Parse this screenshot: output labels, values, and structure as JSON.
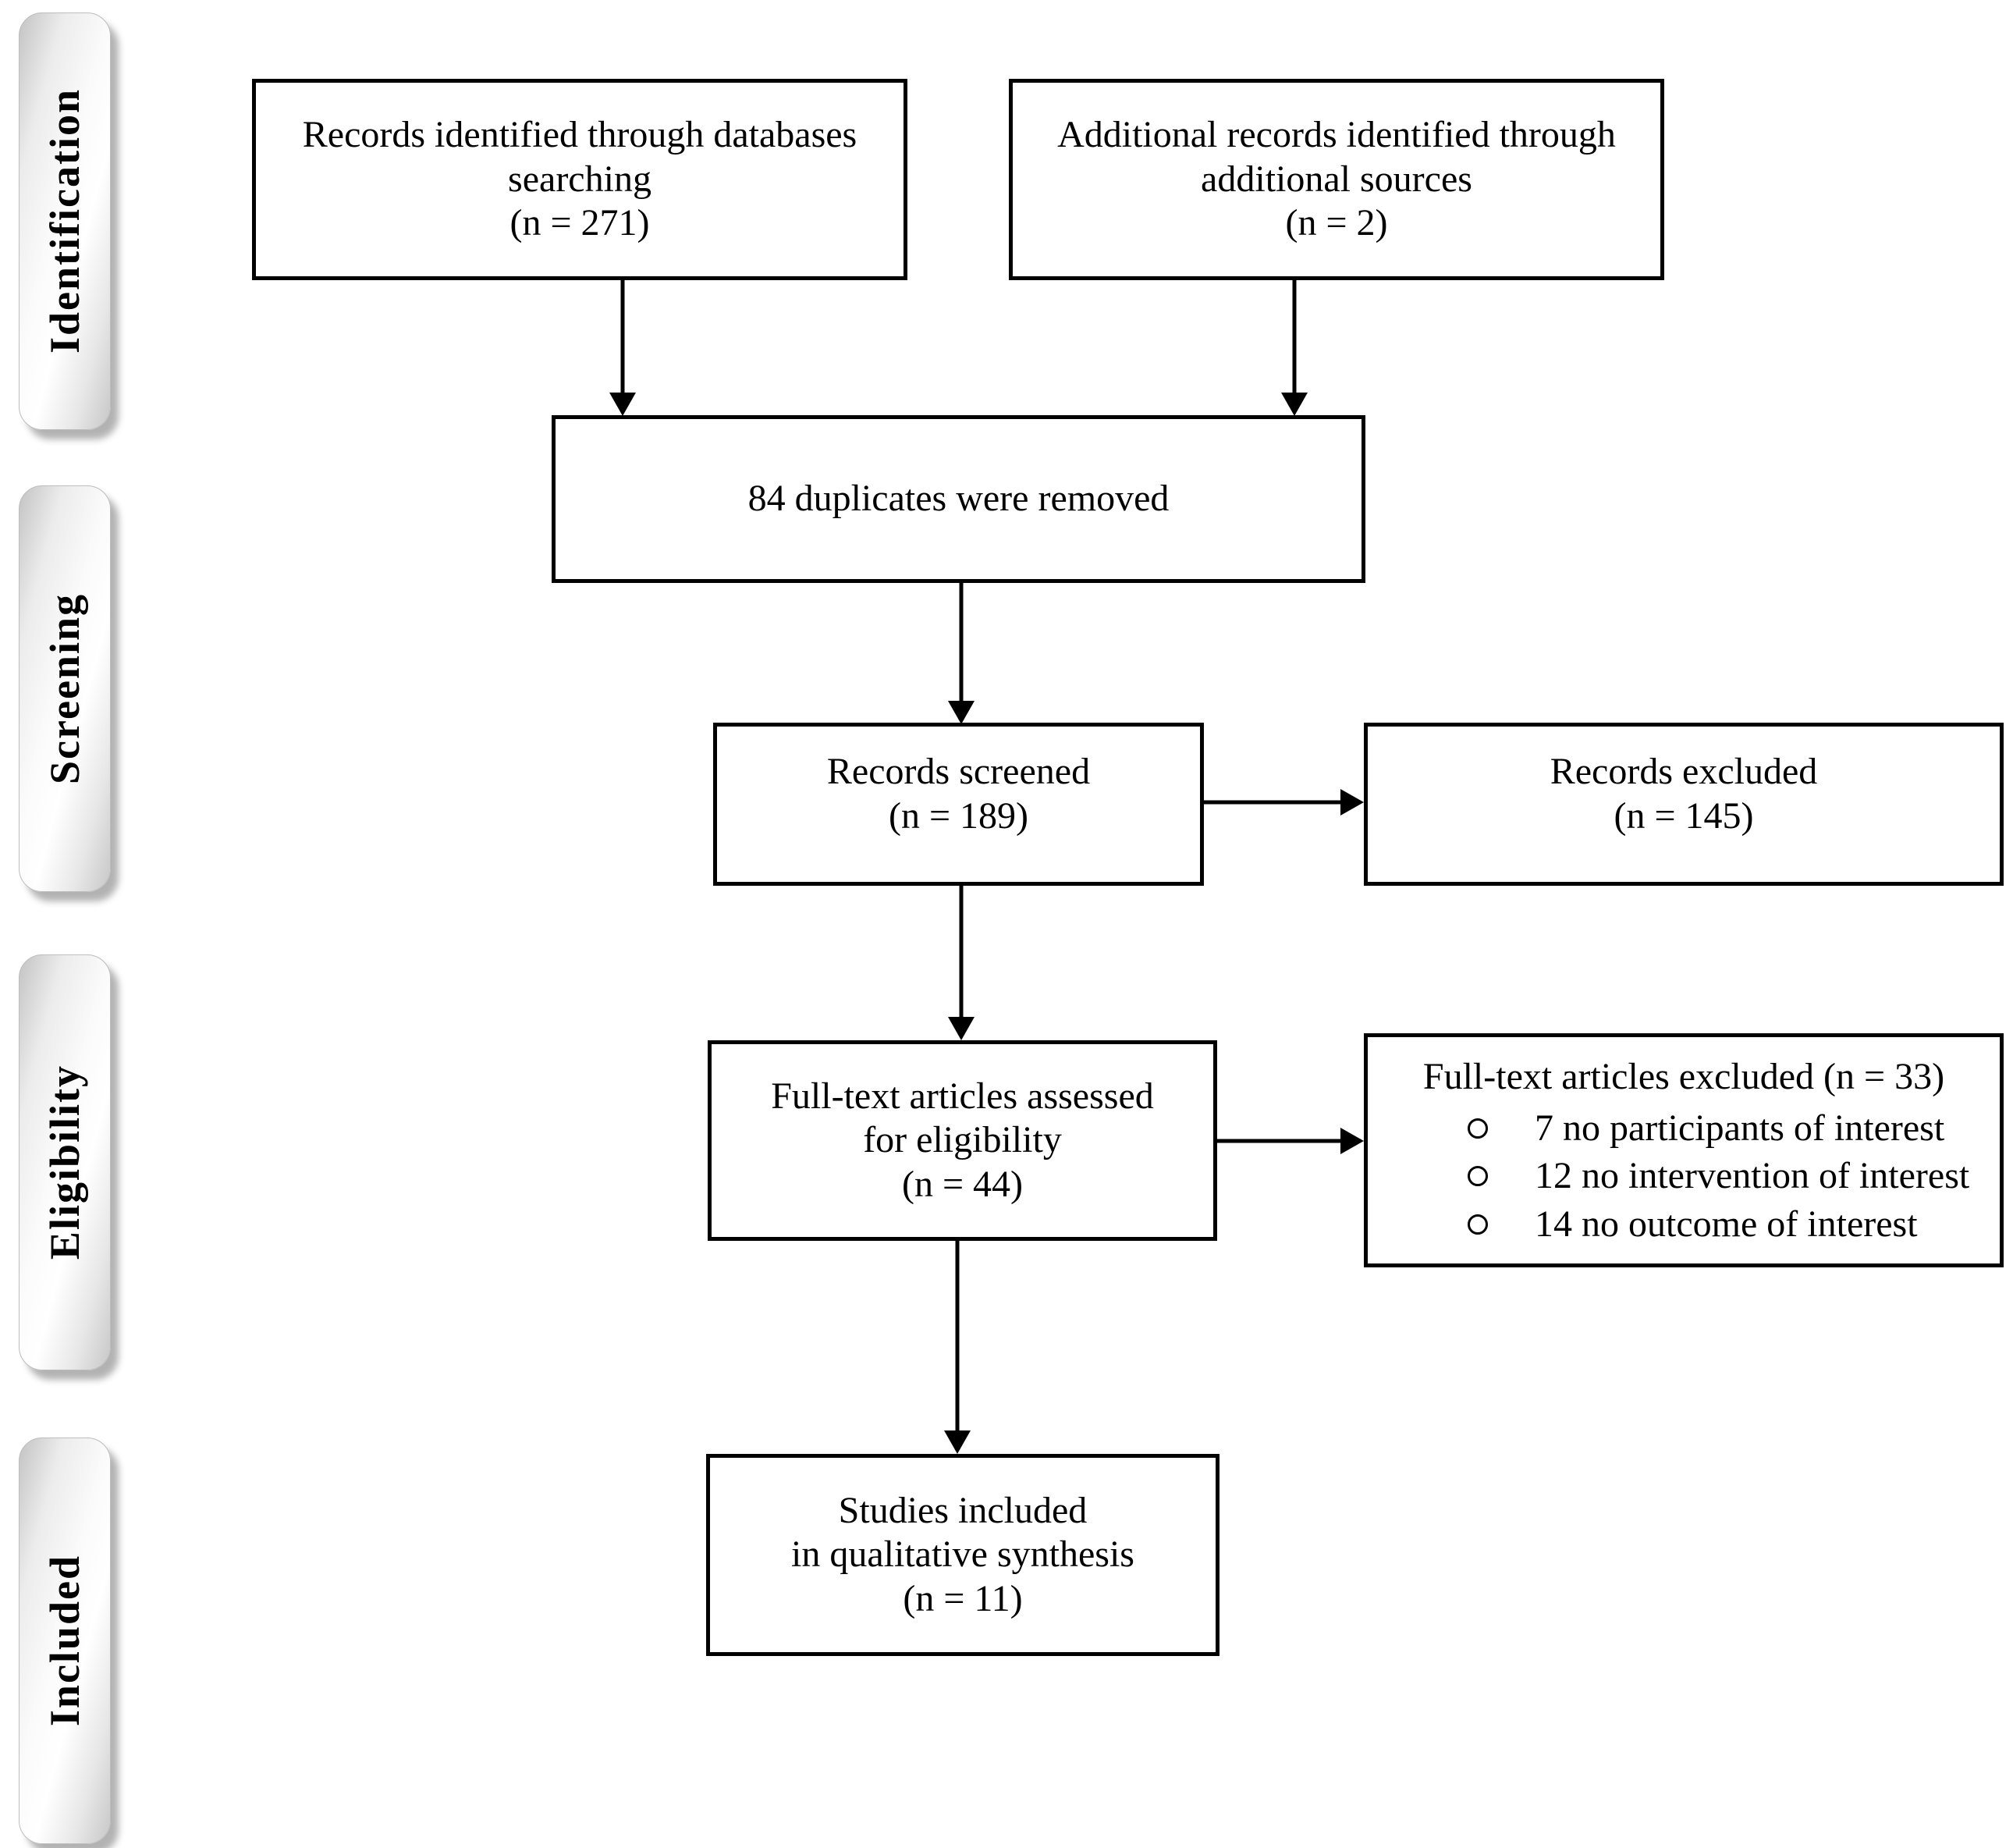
{
  "figure": {
    "stages": [
      {
        "label": "Identification"
      },
      {
        "label": "Screening"
      },
      {
        "label": "Eligibility"
      },
      {
        "label": "Included"
      }
    ],
    "boxes": {
      "identified": {
        "lines": [
          "Records identified through databases",
          "searching",
          "(n = 271)"
        ]
      },
      "additional": {
        "lines": [
          "Additional records identified through",
          "additional sources",
          "(n = 2)"
        ]
      },
      "duplicates": {
        "lines": [
          "84 duplicates were removed"
        ]
      },
      "screened": {
        "lines": [
          "Records screened",
          "(n = 189)"
        ]
      },
      "records_excluded": {
        "lines": [
          "Records excluded",
          "(n = 145)"
        ]
      },
      "fulltext_assessed": {
        "lines": [
          "Full-text articles assessed",
          "for eligibility",
          "(n = 44)"
        ]
      },
      "fulltext_excluded": {
        "title": "Full-text articles excluded (n = 33)",
        "reasons": [
          "7 no participants of interest",
          "12 no intervention of interest",
          "14 no outcome of interest"
        ]
      },
      "included_studies": {
        "lines": [
          "Studies included",
          "in qualitative synthesis",
          "(n = 11)"
        ]
      }
    },
    "colors": {
      "line": "#000000",
      "box_border": "#000000",
      "background": "#ffffff",
      "pill_light": "#ffffff",
      "pill_dark": "#c3c3c3"
    }
  }
}
